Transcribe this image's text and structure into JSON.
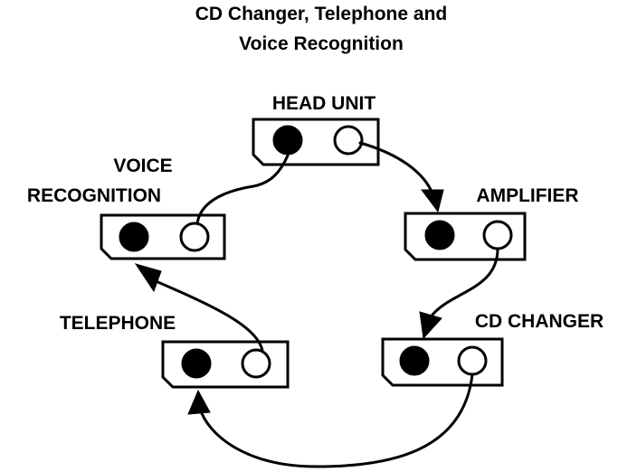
{
  "title": {
    "line1": "CD Changer, Telephone and",
    "line2": "Voice Recognition"
  },
  "nodes": {
    "head_unit": {
      "label": "HEAD UNIT"
    },
    "amplifier": {
      "label": "AMPLIFIER"
    },
    "cd_changer": {
      "label": "CD CHANGER"
    },
    "telephone": {
      "label": "TELEPHONE"
    },
    "voice_recognition": {
      "label_line1": "VOICE",
      "label_line2": "RECOGNITION"
    }
  },
  "colors": {
    "ink": "#000000",
    "paper": "#ffffff"
  }
}
